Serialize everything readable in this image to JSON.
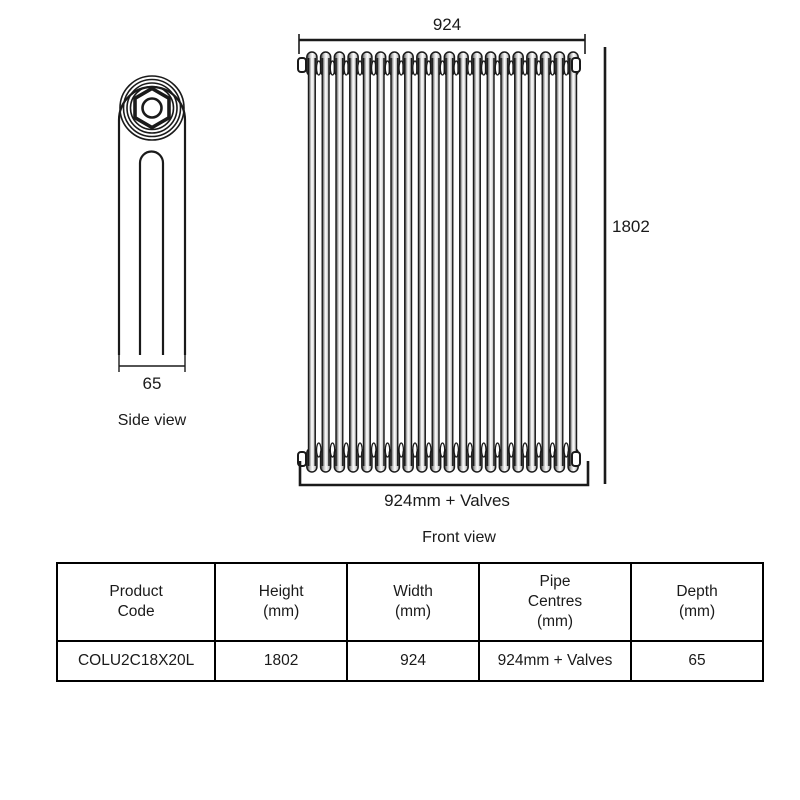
{
  "drawing": {
    "side_view": {
      "label": "Side view",
      "depth_dimension": "65",
      "columns": 2,
      "detail_icons": {
        "top_fitting": "hex-nut-icon"
      }
    },
    "front_view": {
      "label": "Front view",
      "top_dimension": "924",
      "right_dimension": "1802",
      "bottom_dimension": "924mm + Valves",
      "column_count": 20
    }
  },
  "table": {
    "headers": [
      {
        "line1": "Product",
        "line2": "Code",
        "line3": ""
      },
      {
        "line1": "Height",
        "line2": "(mm)",
        "line3": ""
      },
      {
        "line1": "Width",
        "line2": "(mm)",
        "line3": ""
      },
      {
        "line1": "Pipe",
        "line2": "Centres",
        "line3": "(mm)"
      },
      {
        "line1": "Depth",
        "line2": "(mm)",
        "line3": ""
      }
    ],
    "rows": [
      {
        "product_code": "COLU2C18X20L",
        "height": "1802",
        "width": "924",
        "pipe_centres": "924mm + Valves",
        "depth": "65"
      }
    ]
  },
  "colors": {
    "line": "#1a1a1a",
    "background": "#ffffff",
    "text": "#1a1a1a"
  }
}
